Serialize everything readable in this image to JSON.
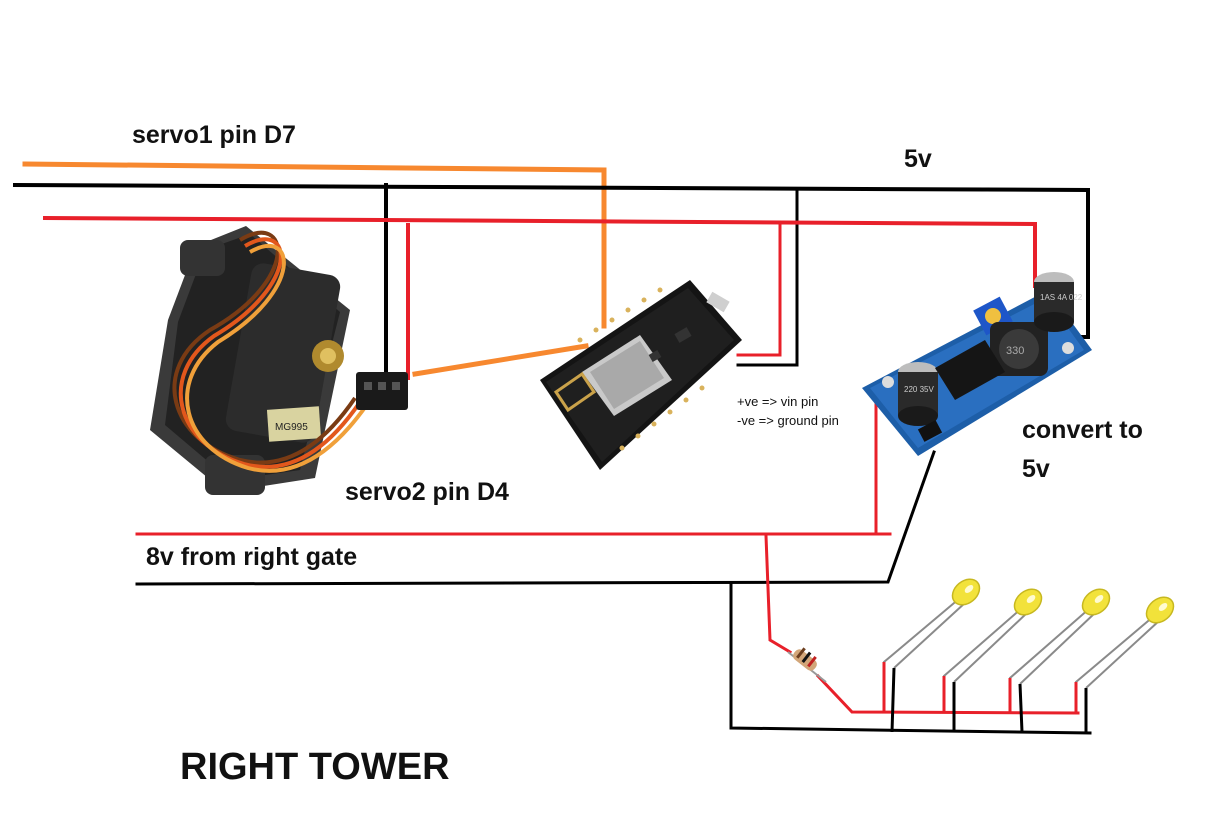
{
  "labels": {
    "servo1": "servo1 pin D7",
    "five_v": "5v",
    "convert_line1": "convert to",
    "convert_line2": "5v",
    "servo2": "servo2 pin D4",
    "eight_v": "8v from right gate",
    "vin_note": "+ve => vin pin",
    "gnd_note": "-ve => ground pin",
    "title": "RIGHT TOWER"
  },
  "component_labels": {
    "servo_body": "MG995",
    "cap_left": "220 35V",
    "inductor": "330",
    "cap_right": "1AS 4A 022"
  },
  "wire_colors": {
    "signal": "#f7882f",
    "ground": "#000000",
    "power": "#e8202a"
  }
}
